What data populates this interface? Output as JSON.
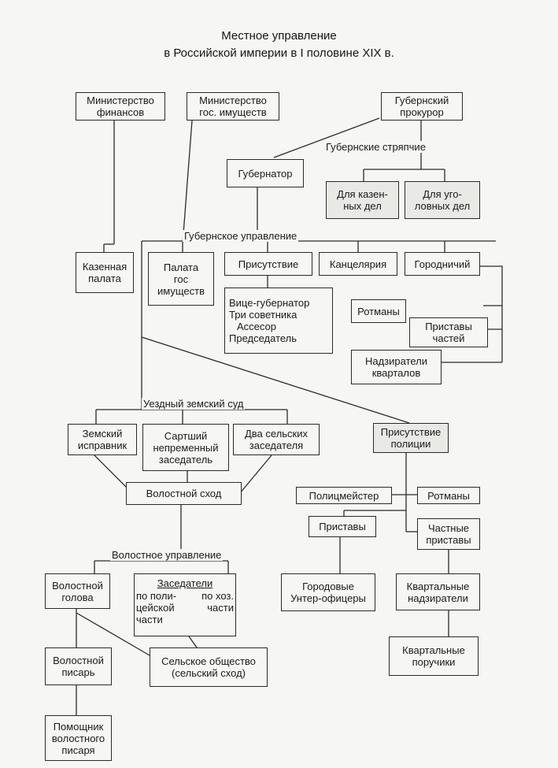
{
  "title_line1": "Местное управление",
  "title_line2": "в Российской империи в I половине XIX в.",
  "nodes": {
    "min_fin": [
      "Министерство",
      "финансов"
    ],
    "min_gos": [
      "Министерство",
      "гос. имуществ"
    ],
    "gub_prokuror": [
      "Губернский",
      "прокурор"
    ],
    "gubernator": [
      "Губернатор"
    ],
    "kazen_dela": [
      "Для казен-",
      "ных дел"
    ],
    "ugol_dela": [
      "Для уго-",
      "ловных дел"
    ],
    "kazennaya_palata": [
      "Казенная",
      "палата"
    ],
    "palata_gos": [
      "Палата",
      "гос",
      "имуществ"
    ],
    "prisutstvie": [
      "Присутствие"
    ],
    "kancelyariya": [
      "Канцелярия"
    ],
    "gorodnichiy": [
      "Городничий"
    ],
    "prisutstvie_sostav": [
      "Вице-губернатор",
      "Три советника",
      "Ассесор",
      "Председатель"
    ],
    "rotmany1": [
      "Ротманы"
    ],
    "pristavy_chastey": [
      "Приставы",
      "частей"
    ],
    "nadzirateli_kvartalov": [
      "Надзиратели",
      "кварталов"
    ],
    "zemskiy_ispravnik": [
      "Земский",
      "исправник"
    ],
    "starshiy_zasedatel": [
      "Сартший",
      "непременный",
      "заседатель"
    ],
    "dva_selskih": [
      "Два сельских",
      "заседателя"
    ],
    "prisutstvie_policii": [
      "Присутствие",
      "полиции"
    ],
    "volostnoy_shod": [
      "Волостной сход"
    ],
    "policmeyster": [
      "Полицмейстер"
    ],
    "rotmany2": [
      "Ротманы"
    ],
    "pristavy2": [
      "Приставы"
    ],
    "chastnye_pristavy": [
      "Частные",
      "приставы"
    ],
    "volostnoy_golova": [
      "Волостной",
      "голова"
    ],
    "zasedateli": [
      "Заседатели"
    ],
    "zasedateli_policii": [
      "по поли-",
      "цейской",
      "части"
    ],
    "zasedateli_hoz": [
      "по хоз.",
      "части"
    ],
    "gorodovye": [
      "Городовые",
      "Унтер-офицеры"
    ],
    "kvartalnye_nadzirateli": [
      "Квартальные",
      "надзиратели"
    ],
    "selskoe_obshchestvo": [
      "Сельское общество",
      "(сельский сход)"
    ],
    "volostnoy_pisar": [
      "Волостной",
      "писарь"
    ],
    "kvartalnye_poruchiki": [
      "Квартальные",
      "поручики"
    ],
    "pomoshchnik_pisarya": [
      "Помощник",
      "волостного",
      "писаря"
    ]
  },
  "labels": {
    "gub_stryapchie": "Губернские стряпчие",
    "gub_upravlenie": "Губернское управление",
    "uezdny_sud": "Уездный земский суд",
    "volostnoe_upravlenie": "Волостное управление"
  }
}
